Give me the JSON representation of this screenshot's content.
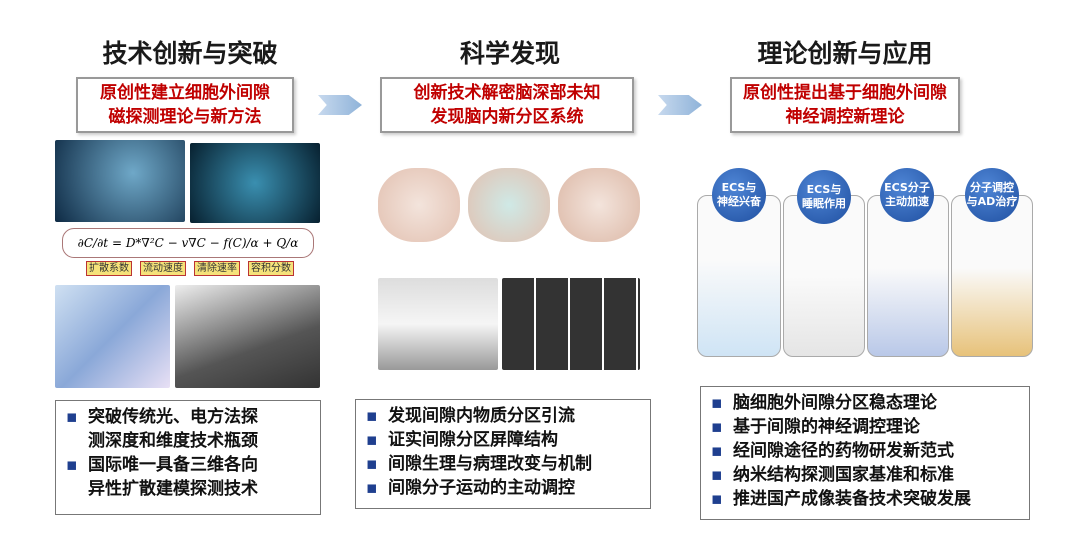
{
  "columns": [
    {
      "title": "技术创新与突破",
      "box": [
        "原创性建立细胞外间隙",
        "磁探测理论与新方法"
      ],
      "formula": "∂C/∂t = D*∇²C − v∇C − f(C)/α + Q/α",
      "formula_labels": [
        "扩散系数",
        "流动速度",
        "清除速率",
        "容积分数"
      ],
      "bullets": [
        "突破传统光、电方法探",
        "测深度和维度技术瓶颈",
        "国际唯一具备三维各向",
        "异性扩散建模探测技术"
      ]
    },
    {
      "title": "科学发现",
      "box": [
        "创新技术解密脑深部未知",
        "发现脑内新分区系统"
      ],
      "bullets": [
        "发现间隙内物质分区引流",
        "证实间隙分区屏障结构",
        "间隙生理与病理改变与机制",
        "间隙分子运动的主动调控"
      ]
    },
    {
      "title": "理论创新与应用",
      "box": [
        "原创性提出基于细胞外间隙",
        "神经调控新理论"
      ],
      "circles": [
        [
          "ECS与",
          "神经兴奋"
        ],
        [
          "ECS与",
          "睡眠作用"
        ],
        [
          "ECS分子",
          "主动加速"
        ],
        [
          "分子调控",
          "与AD治疗"
        ]
      ],
      "bullets": [
        "脑细胞外间隙分区稳态理论",
        "基于间隙的神经调控理论",
        "经间隙途径的药物研发新范式",
        "纳米结构探测国家基准和标准",
        "推进国产成像装备技术突破发展"
      ]
    }
  ],
  "colors": {
    "title_red": "#c00000",
    "arrow": "#8fb3d9",
    "bullet": "#1f3f8f"
  }
}
